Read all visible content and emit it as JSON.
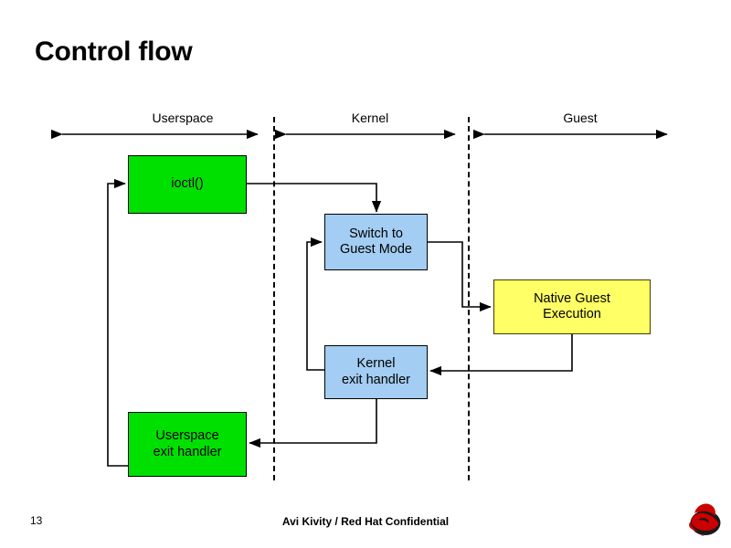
{
  "slide": {
    "title": "Control flow",
    "lanes": [
      {
        "label": "Userspace"
      },
      {
        "label": "Kernel"
      },
      {
        "label": "Guest"
      }
    ],
    "nodes": [
      {
        "id": "ioctl",
        "label": "ioctl()",
        "color": "#00e000",
        "lane": "Userspace"
      },
      {
        "id": "switch-guest-mode",
        "label": "Switch to\nGuest Mode",
        "color": "#a3cdf2",
        "lane": "Kernel"
      },
      {
        "id": "native-guest-exec",
        "label": "Native Guest\nExecution",
        "color": "#ffff66",
        "lane": "Guest"
      },
      {
        "id": "kernel-exit",
        "label": "Kernel\nexit handler",
        "color": "#a3cdf2",
        "lane": "Kernel"
      },
      {
        "id": "userspace-exit",
        "label": "Userspace\nexit handler",
        "color": "#00e000",
        "lane": "Userspace"
      }
    ],
    "edges": [
      {
        "from": "ioctl",
        "to": "switch-guest-mode"
      },
      {
        "from": "switch-guest-mode",
        "to": "native-guest-exec"
      },
      {
        "from": "native-guest-exec",
        "to": "kernel-exit"
      },
      {
        "from": "kernel-exit",
        "to": "switch-guest-mode"
      },
      {
        "from": "kernel-exit",
        "to": "userspace-exit"
      },
      {
        "from": "userspace-exit",
        "to": "ioctl"
      }
    ]
  },
  "footer": {
    "page_number": "13",
    "confidential_text": "Avi Kivity / Red Hat Confidential",
    "logo_name": "red-hat-shadowman-logo"
  },
  "colors": {
    "green": "#00e000",
    "blue": "#a3cdf2",
    "yellow": "#ffff66",
    "line": "#000000",
    "logo_red": "#cc0000",
    "logo_dark": "#1a1a1a"
  }
}
